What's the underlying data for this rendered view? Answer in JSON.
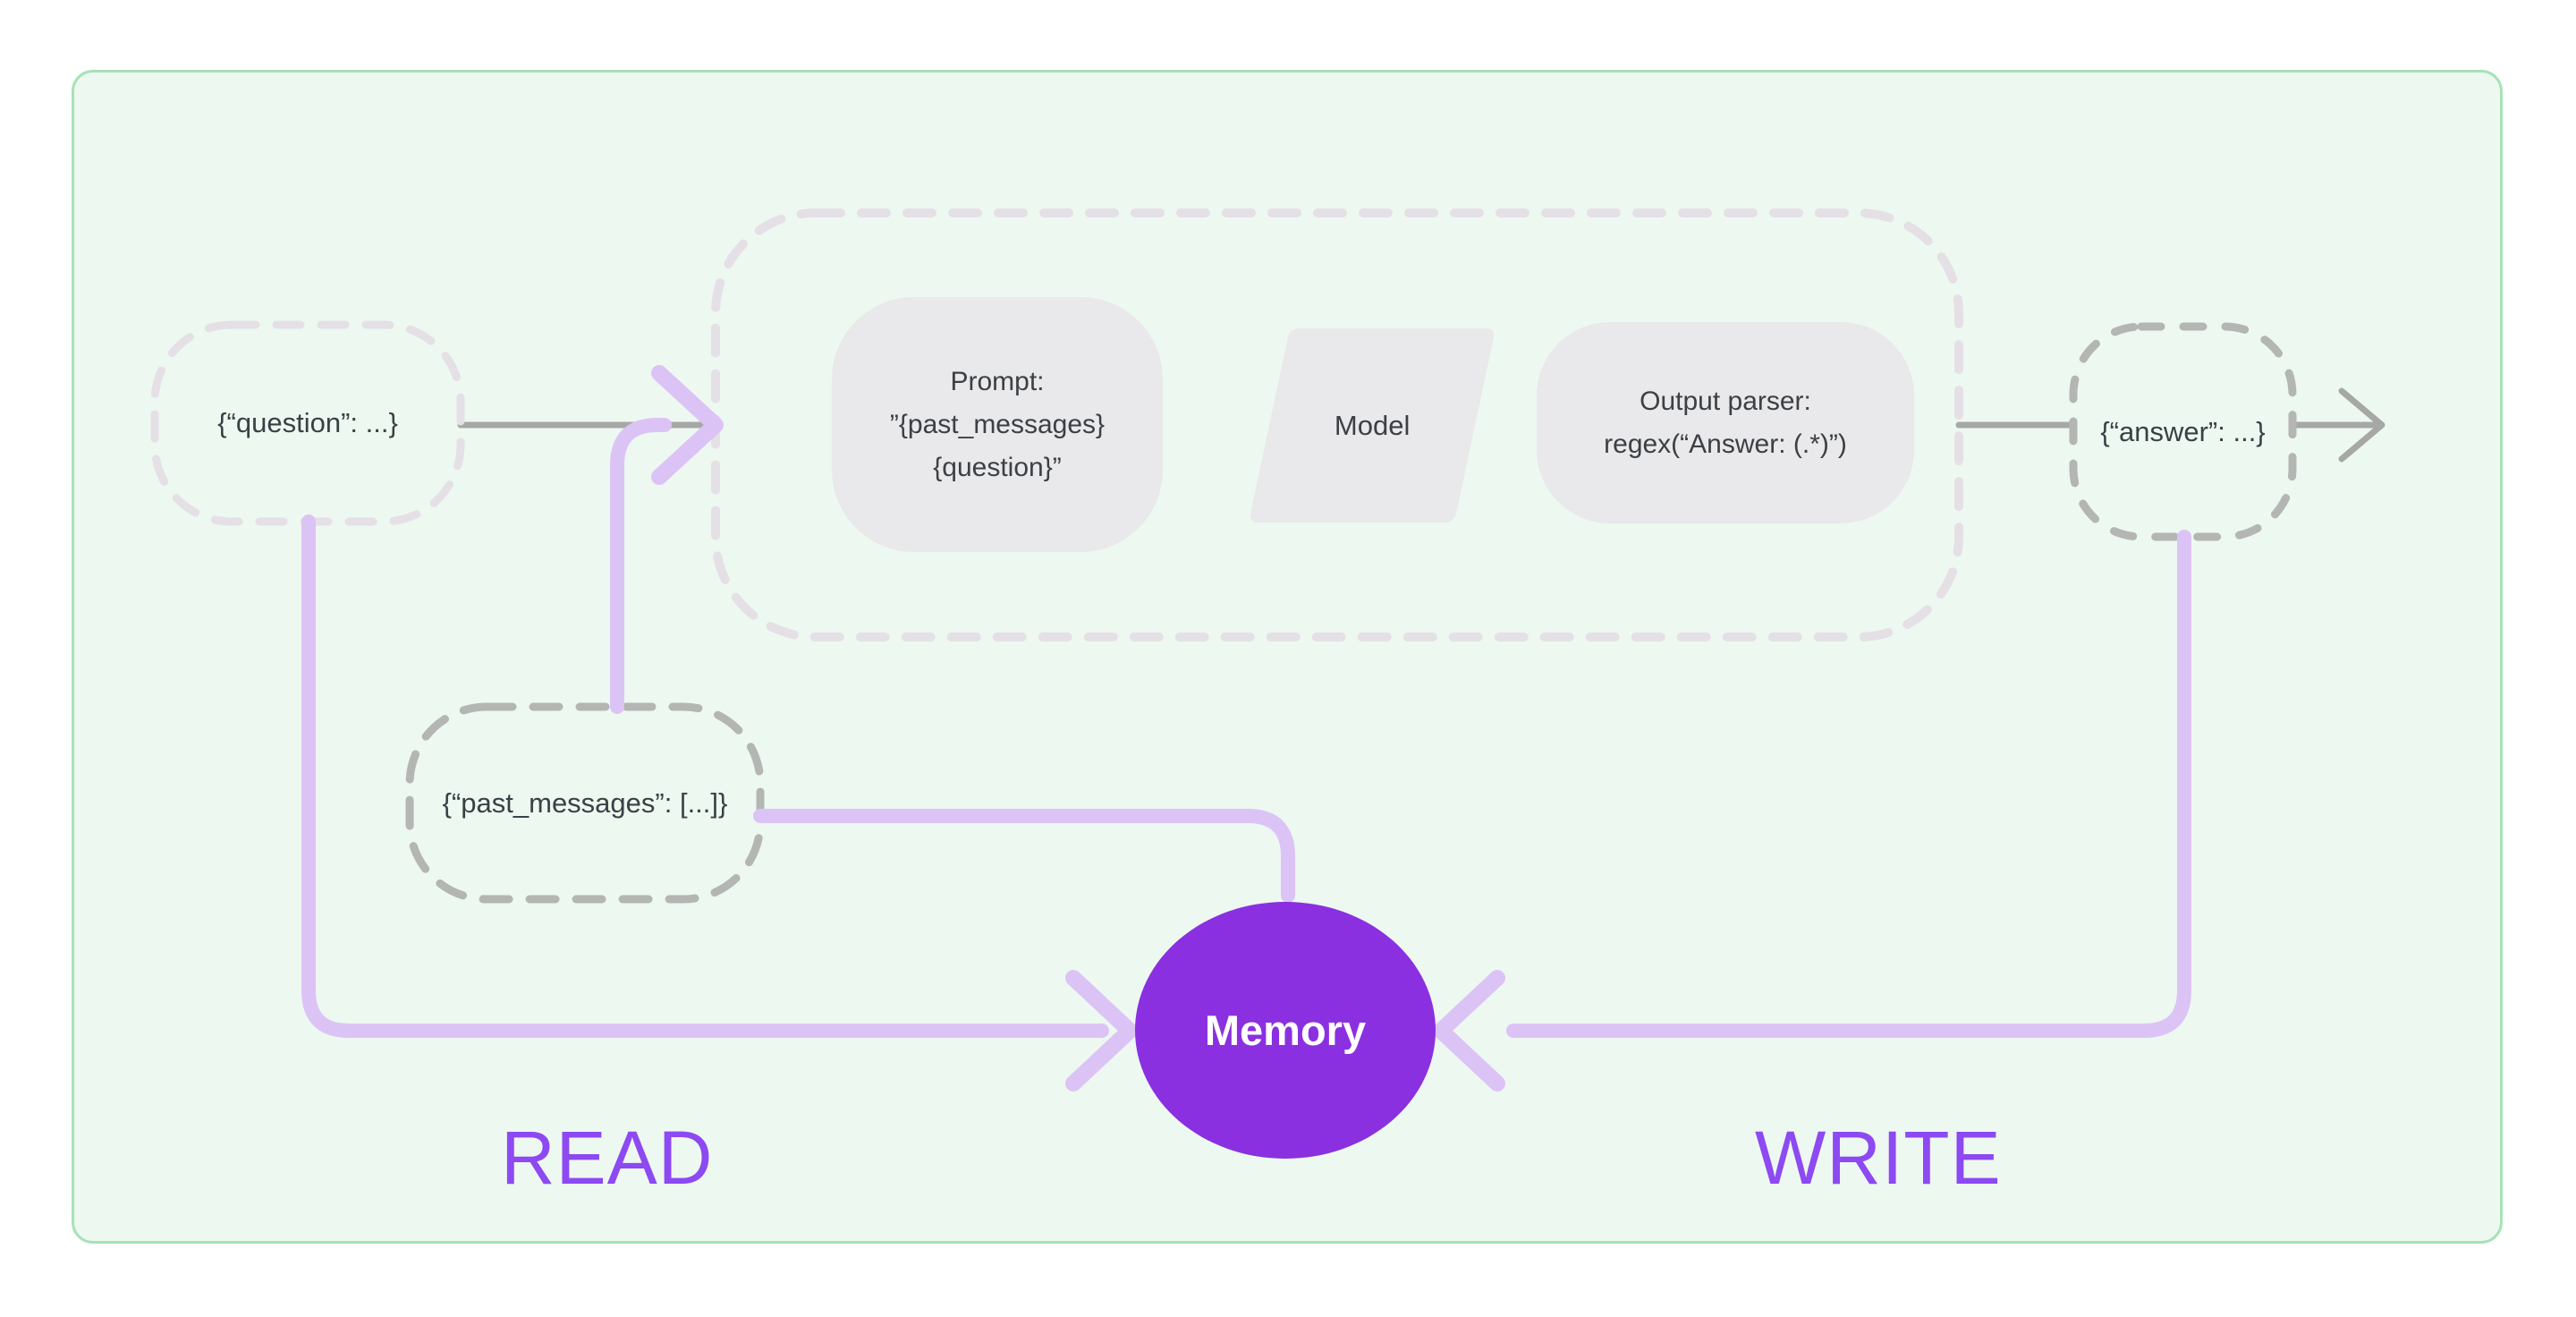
{
  "diagram": {
    "nodes": {
      "question": {
        "label": "{“question”: ...}"
      },
      "prompt": {
        "line1": "Prompt:",
        "line2": "”{past_messages}",
        "line3": "{question}”"
      },
      "model": {
        "label": "Model"
      },
      "output_parser": {
        "line1": "Output parser:",
        "line2": "regex(“Answer: (.*)”)"
      },
      "answer": {
        "label": "{“answer”: ...}"
      },
      "past_messages": {
        "label": "{“past_messages”: [...]}"
      },
      "memory": {
        "label": "Memory"
      }
    },
    "annotations": {
      "read": "READ",
      "write": "WRITE"
    },
    "colors": {
      "card_background": "#edf8f1",
      "card_border": "#a7e2b7",
      "light_dash": "#e4e0e6",
      "dark_dash": "#b3b6b3",
      "gray_connector": "#a6a8a5",
      "solid_node_fill": "#e9e8ea",
      "node_text": "#3b4045",
      "lavender_arrow": "#dcc3f5",
      "memory_fill": "#8a30e0",
      "label_purple": "#8d49f2"
    }
  }
}
